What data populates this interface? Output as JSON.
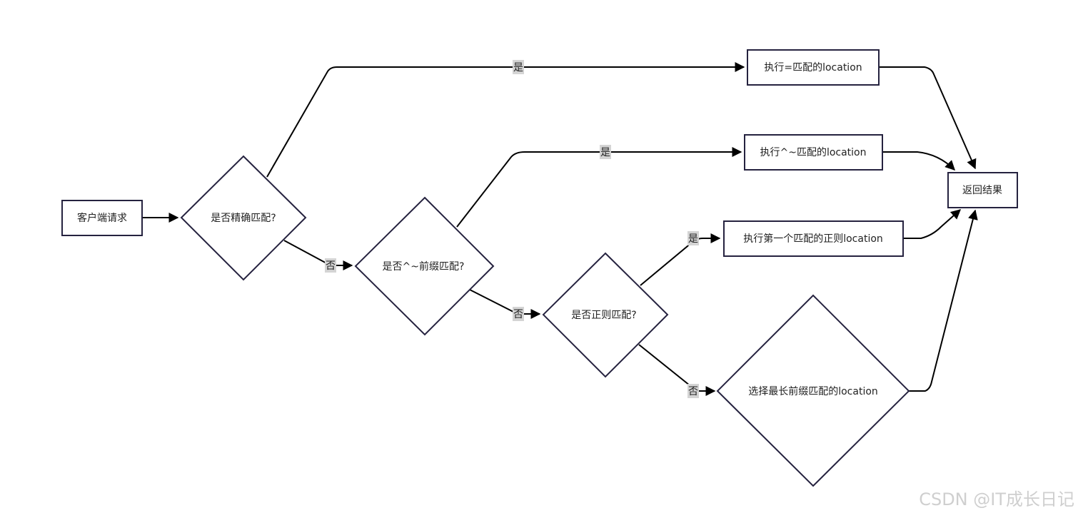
{
  "nodes": {
    "client_request": "客户端请求",
    "exact_match_q": "是否精确匹配?",
    "prefix_match_q": "是否^~前缀匹配?",
    "regex_match_q": "是否正则匹配?",
    "exec_exact": "执行=匹配的location",
    "exec_prefix": "执行^~匹配的location",
    "exec_regex": "执行第一个匹配的正则location",
    "longest_prefix": "选择最长前缀匹配的location",
    "return_result": "返回结果"
  },
  "edge_labels": {
    "exact_yes": "是",
    "exact_no": "否",
    "prefix_yes": "是",
    "prefix_no": "否",
    "regex_yes": "是",
    "regex_no": "否"
  },
  "watermark": "CSDN @IT成长日记"
}
